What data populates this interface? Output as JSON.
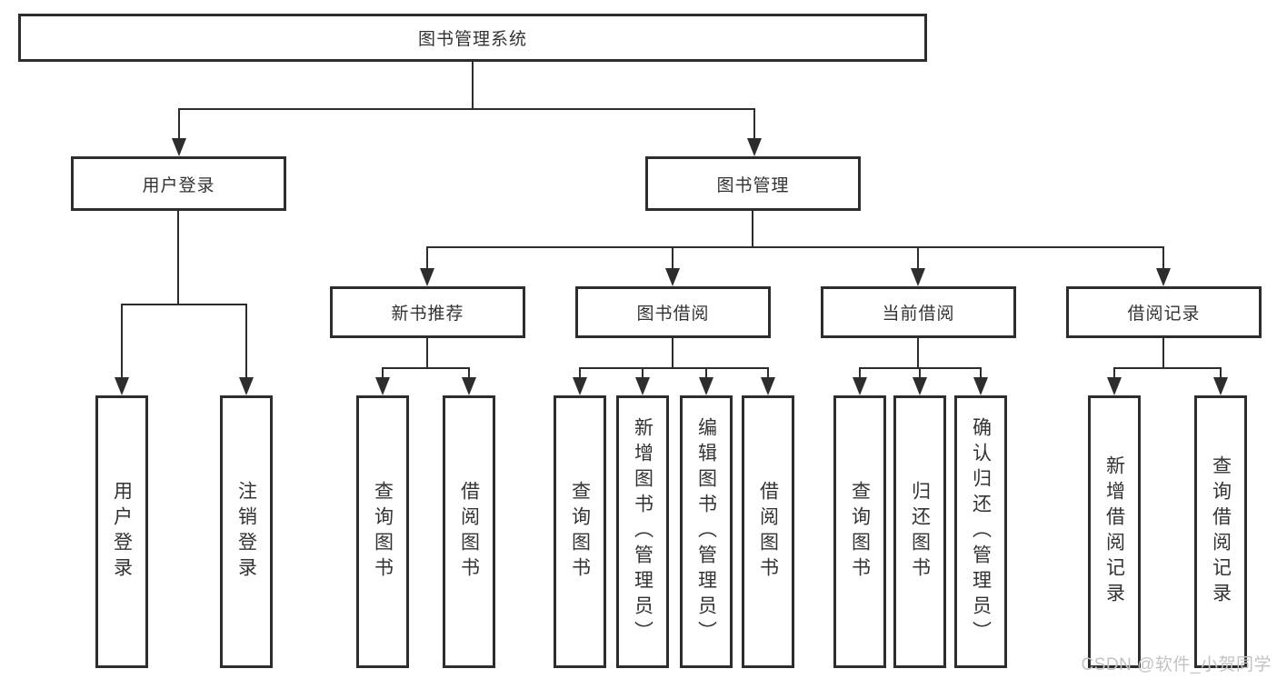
{
  "diagram": {
    "root": {
      "label": "图书管理系统"
    },
    "branches": [
      {
        "label": "用户登录",
        "children": [
          {
            "label": "用户登录"
          },
          {
            "label": "注销登录"
          }
        ]
      },
      {
        "label": "图书管理",
        "children": [
          {
            "label": "新书推荐",
            "children": [
              {
                "label": "查询图书"
              },
              {
                "label": "借阅图书"
              }
            ]
          },
          {
            "label": "图书借阅",
            "children": [
              {
                "label": "查询图书"
              },
              {
                "label": "新增图书（管理员）"
              },
              {
                "label": "编辑图书（管理员）"
              },
              {
                "label": "借阅图书"
              }
            ]
          },
          {
            "label": "当前借阅",
            "children": [
              {
                "label": "查询图书"
              },
              {
                "label": "归还图书"
              },
              {
                "label": "确认归还（管理员）"
              }
            ]
          },
          {
            "label": "借阅记录",
            "children": [
              {
                "label": "新增借阅记录"
              },
              {
                "label": "查询借阅记录"
              }
            ]
          }
        ]
      }
    ]
  },
  "watermark": {
    "text": "CSDN @软件_小贺同学"
  },
  "colors": {
    "line": "#2d2d2d",
    "box_border": "#2d2d2d",
    "text": "#333333",
    "background": "#ffffff",
    "watermark": "#c3c3c3"
  }
}
